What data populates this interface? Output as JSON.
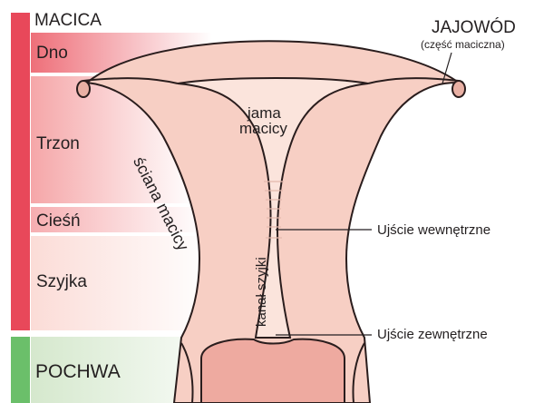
{
  "regions": {
    "uterus_header": "MACICA",
    "fundus": "Dno",
    "body": "Trzon",
    "isthmus": "Cieśń",
    "cervix": "Szyjka",
    "vagina": "POCHWA"
  },
  "anatomy": {
    "fallopian_tube": "JAJOWÓD",
    "fallopian_tube_part": "(część maciczna)",
    "uterine_wall": "ściana macicy",
    "uterine_cavity_line1": "jama",
    "uterine_cavity_line2": "macicy",
    "cervical_canal": "kanał szyjki",
    "internal_os": "Ujście wewnętrzne",
    "external_os": "Ujście zewnętrzne"
  },
  "colors": {
    "uterus_bar": "#e8485a",
    "vagina_bar": "#6bbf6a",
    "fundus_band": "#ef7b84",
    "body_band": "#f6aeb0",
    "isthmus_band": "#f8b8ba",
    "cervix_band": "#fbdcd8",
    "vagina_band": "#d9ead2",
    "tissue": "#f7cfc4",
    "tissue_outline": "#2a1d1d"
  }
}
